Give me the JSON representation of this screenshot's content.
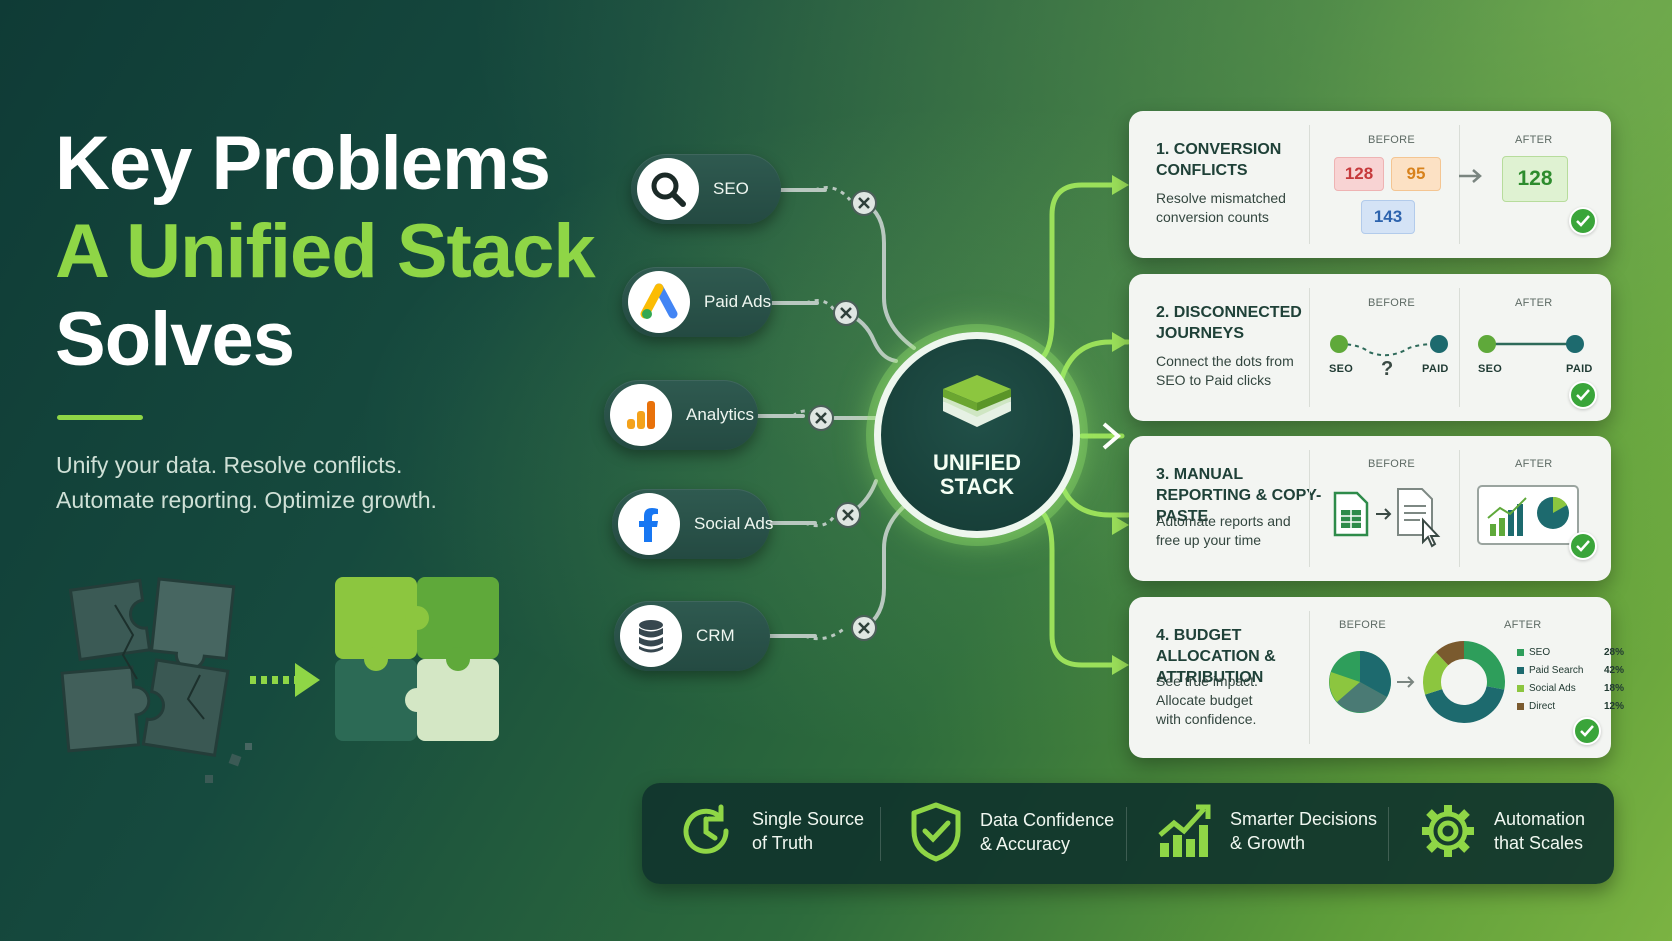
{
  "header": {
    "title_line1": "Key Problems",
    "title_line2": "A Unified Stack",
    "title_line3": "Solves",
    "subtitle_line1": "Unify your data. Resolve conflicts.",
    "subtitle_line2": "Automate reporting. Optimize growth."
  },
  "sources": [
    {
      "label": "SEO",
      "icon": "search-icon"
    },
    {
      "label": "Paid Ads",
      "icon": "google-ads-icon"
    },
    {
      "label": "Analytics",
      "icon": "analytics-icon"
    },
    {
      "label": "Social Ads",
      "icon": "facebook-icon"
    },
    {
      "label": "CRM",
      "icon": "database-icon"
    }
  ],
  "hub": {
    "title": "UNIFIED STACK",
    "icon": "layers-icon"
  },
  "cards": [
    {
      "title": "1. CONVERSION CONFLICTS",
      "desc": "Resolve mismatched conversion counts",
      "before_label": "BEFORE",
      "after_label": "AFTER",
      "before_values": [
        "128",
        "95",
        "143"
      ],
      "after_value": "128"
    },
    {
      "title": "2. DISCONNECTED JOURNEYS",
      "desc": "Connect the dots from SEO to Paid clicks",
      "before_label": "BEFORE",
      "after_label": "AFTER",
      "before_from": "SEO",
      "before_to": "PAID",
      "before_mark": "?",
      "after_from": "SEO",
      "after_to": "PAID"
    },
    {
      "title": "3. MANUAL REPORTING & COPY-PASTE",
      "desc": "Automate reports and free up your time",
      "before_label": "BEFORE",
      "after_label": "AFTER",
      "before_icons": [
        "spreadsheet-icon",
        "document-cursor-icon"
      ],
      "after_icon": "dashboard-icon"
    },
    {
      "title": "4. BUDGET ALLOCATION & ATTRIBUTION",
      "desc": "See true impact. Allocate budget with confidence.",
      "before_label": "BEFORE",
      "after_label": "AFTER",
      "legend": [
        {
          "name": "SEO",
          "value": 28,
          "label": "28%",
          "color": "#2e9e5b"
        },
        {
          "name": "Paid Search",
          "value": 42,
          "label": "42%",
          "color": "#1d6a6e"
        },
        {
          "name": "Social Ads",
          "value": 18,
          "label": "18%",
          "color": "#8cc63f"
        },
        {
          "name": "Direct",
          "value": 12,
          "label": "12%",
          "color": "#7a5a2e"
        }
      ]
    }
  ],
  "benefits": [
    {
      "line1": "Single Source",
      "line2": "of Truth",
      "icon": "clock-refresh-icon"
    },
    {
      "line1": "Data Confidence",
      "line2": "& Accuracy",
      "icon": "shield-check-icon"
    },
    {
      "line1": "Smarter Decisions",
      "line2": "& Growth",
      "icon": "growth-chart-icon"
    },
    {
      "line1": "Automation",
      "line2": "that Scales",
      "icon": "gear-icon"
    }
  ],
  "colors": {
    "accent": "#8fd646",
    "check": "#3aa53a",
    "card_bg": "#f3f5f2"
  }
}
